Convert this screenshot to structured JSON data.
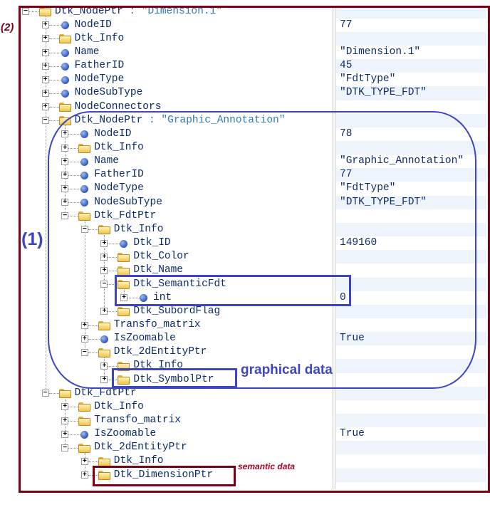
{
  "rows": [
    {
      "level": 0,
      "icon": "folder",
      "expanded": true,
      "label": "Dtk_NodePtr",
      "suffix": " : \"Dimension.1\"",
      "value": ""
    },
    {
      "level": 1,
      "icon": "ball",
      "expanded": false,
      "label": "NodeID",
      "value": "77"
    },
    {
      "level": 1,
      "icon": "folder",
      "expanded": false,
      "label": "Dtk_Info",
      "value": ""
    },
    {
      "level": 1,
      "icon": "ball",
      "expanded": false,
      "label": "Name",
      "value": "\"Dimension.1\""
    },
    {
      "level": 1,
      "icon": "ball",
      "expanded": false,
      "label": "FatherID",
      "value": "45"
    },
    {
      "level": 1,
      "icon": "ball",
      "expanded": false,
      "label": "NodeType",
      "value": "\"FdtType\""
    },
    {
      "level": 1,
      "icon": "ball",
      "expanded": false,
      "label": "NodeSubType",
      "value": "\"DTK_TYPE_FDT\""
    },
    {
      "level": 1,
      "icon": "folder",
      "expanded": false,
      "label": "NodeConnectors",
      "value": ""
    },
    {
      "level": 1,
      "icon": "folder",
      "expanded": true,
      "label": "Dtk_NodePtr",
      "suffix": " : \"Graphic_Annotation\"",
      "value": ""
    },
    {
      "level": 2,
      "icon": "ball",
      "expanded": false,
      "label": "NodeID",
      "value": "78"
    },
    {
      "level": 2,
      "icon": "folder",
      "expanded": false,
      "label": "Dtk_Info",
      "value": ""
    },
    {
      "level": 2,
      "icon": "ball",
      "expanded": false,
      "label": "Name",
      "value": "\"Graphic_Annotation\""
    },
    {
      "level": 2,
      "icon": "ball",
      "expanded": false,
      "label": "FatherID",
      "value": "77"
    },
    {
      "level": 2,
      "icon": "ball",
      "expanded": false,
      "label": "NodeType",
      "value": "\"FdtType\""
    },
    {
      "level": 2,
      "icon": "ball",
      "expanded": false,
      "label": "NodeSubType",
      "value": "\"DTK_TYPE_FDT\""
    },
    {
      "level": 2,
      "icon": "folder",
      "expanded": true,
      "label": "Dtk_FdtPtr",
      "value": ""
    },
    {
      "level": 3,
      "icon": "folder",
      "expanded": true,
      "label": "Dtk_Info",
      "value": ""
    },
    {
      "level": 4,
      "icon": "ball",
      "expanded": false,
      "label": "Dtk_ID",
      "value": "149160"
    },
    {
      "level": 4,
      "icon": "folder",
      "expanded": false,
      "label": "Dtk_Color",
      "value": ""
    },
    {
      "level": 4,
      "icon": "folder",
      "expanded": false,
      "label": "Dtk_Name",
      "value": ""
    },
    {
      "level": 4,
      "icon": "folder",
      "expanded": true,
      "label": "Dtk_SemanticFdt",
      "value": ""
    },
    {
      "level": 5,
      "icon": "ball",
      "expanded": false,
      "label": "int",
      "value": "0"
    },
    {
      "level": 4,
      "icon": "folder",
      "expanded": false,
      "label": "Dtk_SubordFlag",
      "value": ""
    },
    {
      "level": 3,
      "icon": "folder",
      "expanded": false,
      "label": "Transfo_matrix",
      "value": ""
    },
    {
      "level": 3,
      "icon": "ball",
      "expanded": false,
      "label": "IsZoomable",
      "value": "True"
    },
    {
      "level": 3,
      "icon": "folder",
      "expanded": true,
      "label": "Dtk_2dEntityPtr",
      "value": ""
    },
    {
      "level": 4,
      "icon": "folder",
      "expanded": false,
      "label": "Dtk_Info",
      "value": ""
    },
    {
      "level": 4,
      "icon": "folder",
      "expanded": false,
      "label": "Dtk_SymbolPtr",
      "value": ""
    },
    {
      "level": 1,
      "icon": "folder",
      "expanded": true,
      "label": "Dtk_FdtPtr",
      "value": ""
    },
    {
      "level": 2,
      "icon": "folder",
      "expanded": false,
      "label": "Dtk_Info",
      "value": ""
    },
    {
      "level": 2,
      "icon": "folder",
      "expanded": false,
      "label": "Transfo_matrix",
      "value": ""
    },
    {
      "level": 2,
      "icon": "ball",
      "expanded": false,
      "label": "IsZoomable",
      "value": "True"
    },
    {
      "level": 2,
      "icon": "folder",
      "expanded": true,
      "label": "Dtk_2dEntityPtr",
      "value": ""
    },
    {
      "level": 3,
      "icon": "folder",
      "expanded": false,
      "label": "Dtk_Info",
      "value": ""
    },
    {
      "level": 3,
      "icon": "folder",
      "expanded": false,
      "label": "Dtk_DimensionPtr",
      "value": ""
    }
  ],
  "expander": {
    "expanded": "−",
    "collapsed": "+"
  },
  "annotations": {
    "one": "(1)",
    "two": "(2)",
    "graphical": "graphical data",
    "semantic": "semantic data"
  },
  "colors": {
    "annotation_blue": "#3d45c4",
    "annotation_red": "#7b0016"
  }
}
